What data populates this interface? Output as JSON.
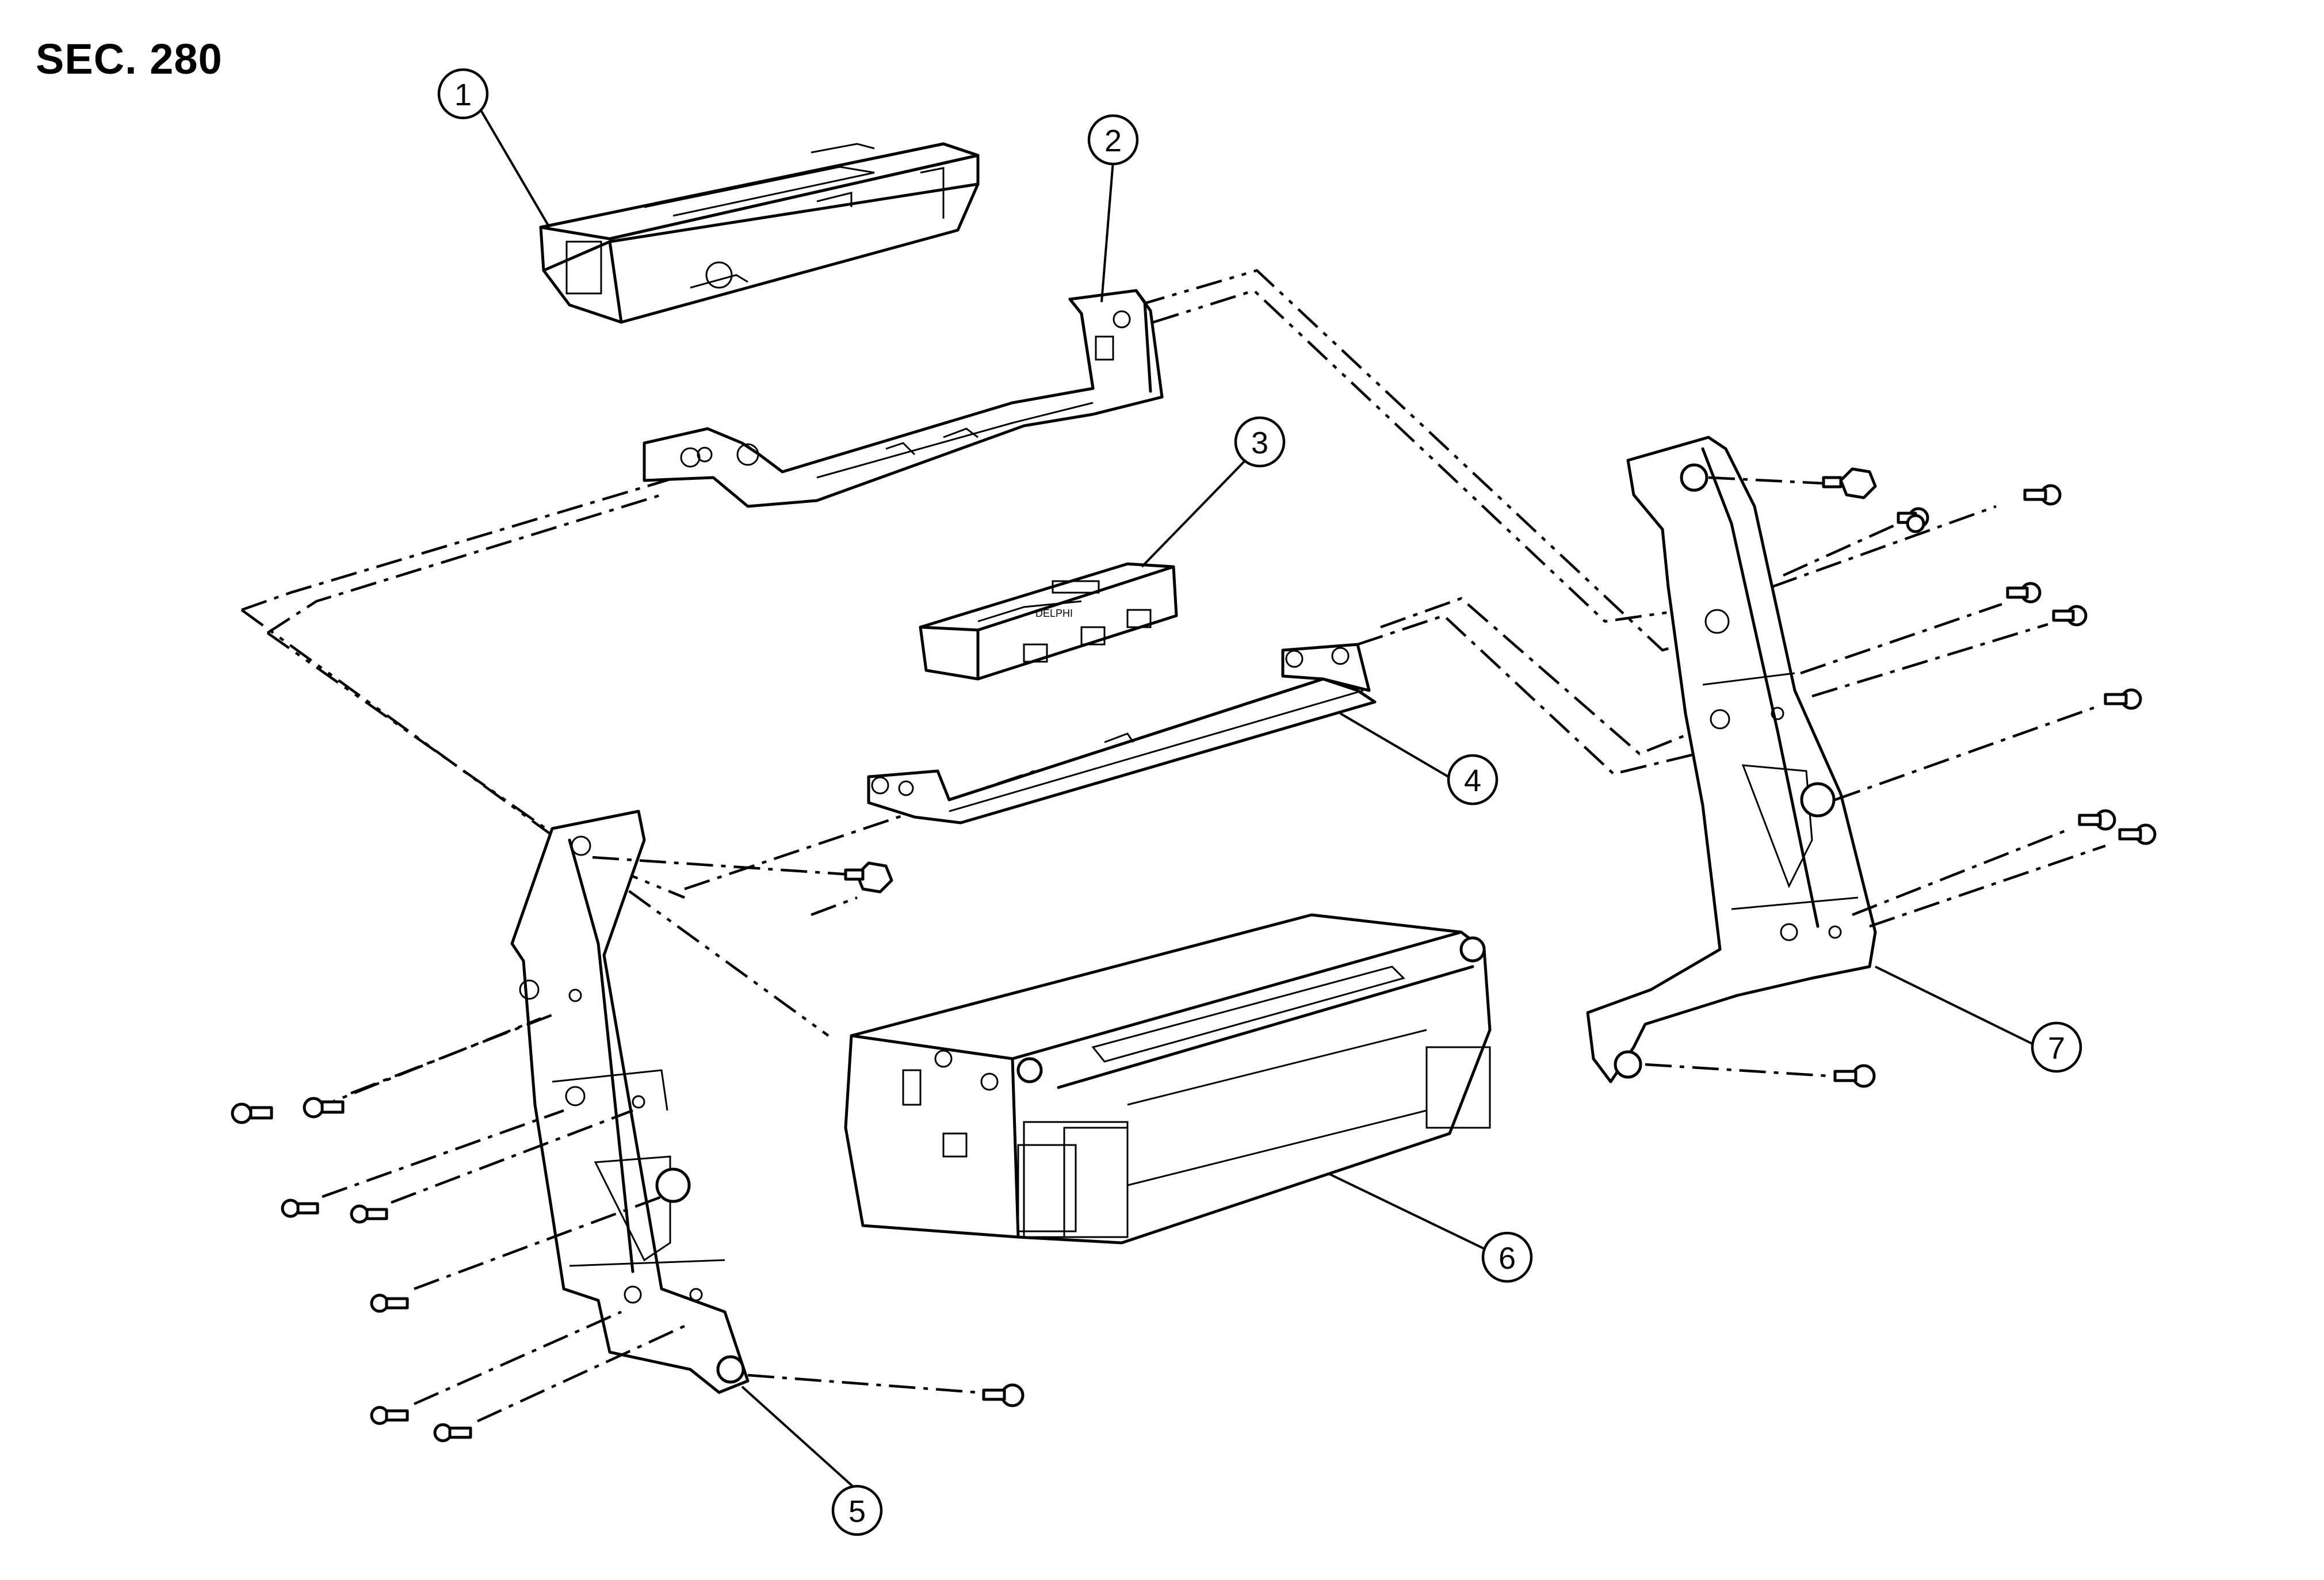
{
  "section_label": "SEC. 280",
  "callouts": [
    {
      "id": "callout-1",
      "number": "1"
    },
    {
      "id": "callout-2",
      "number": "2"
    },
    {
      "id": "callout-3",
      "number": "3"
    },
    {
      "id": "callout-4",
      "number": "4"
    },
    {
      "id": "callout-5",
      "number": "5"
    },
    {
      "id": "callout-6",
      "number": "6"
    },
    {
      "id": "callout-7",
      "number": "7"
    }
  ],
  "part_markings": {
    "module_logo": "DELPHI"
  }
}
